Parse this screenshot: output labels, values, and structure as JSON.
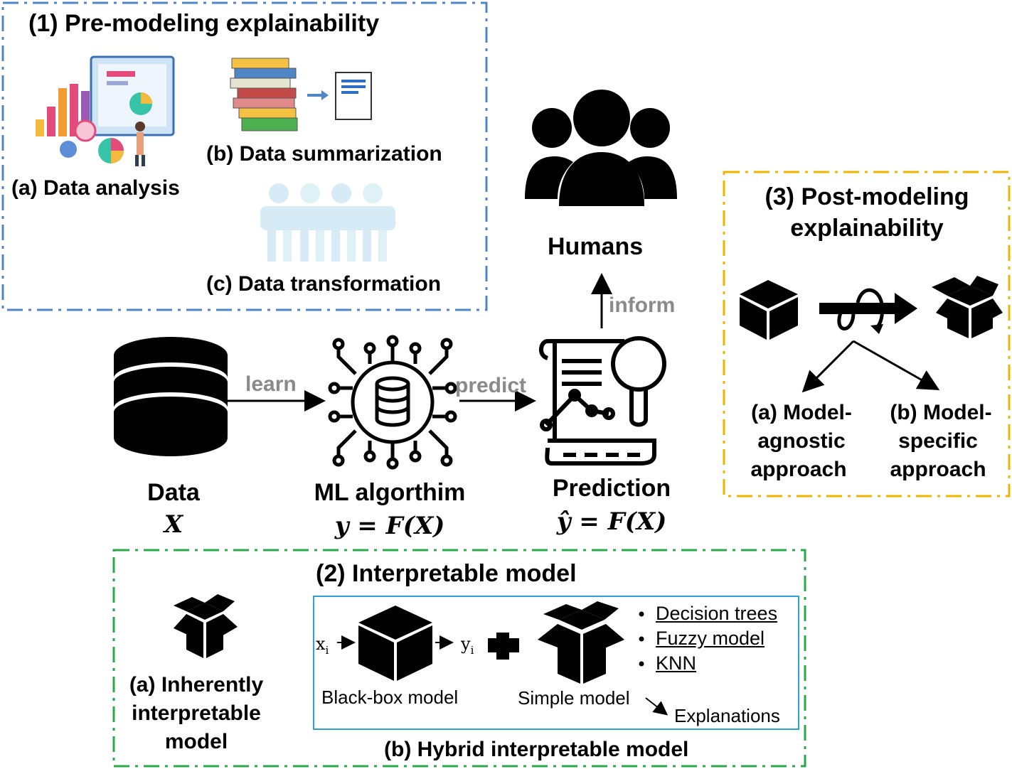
{
  "pre_modeling": {
    "title": "(1) Pre-modeling explainability",
    "data_analysis": "(a) Data analysis",
    "data_summarization": "(b) Data summarization",
    "data_transformation": "(c) Data transformation",
    "border_color": "#4f86c6"
  },
  "pipeline": {
    "data_label": "Data",
    "data_symbol": "X",
    "learn": "learn",
    "ml_label": "ML algorthim",
    "ml_formula": "y = F(X)",
    "predict": "predict",
    "prediction_label": "Prediction",
    "prediction_formula": "ŷ = F(X)",
    "inform": "inform",
    "humans_label": "Humans"
  },
  "post_modeling": {
    "title_line1": "(3) Post-modeling",
    "title_line2": "explainability",
    "agnostic": [
      "(a) Model-",
      "agnostic",
      "approach"
    ],
    "specific": [
      "(b) Model-",
      "specific",
      "approach"
    ],
    "border_color": "#f0b400"
  },
  "interpretable": {
    "title": "(2) Interpretable model",
    "inherent": [
      "(a) Inherently",
      "interpretable",
      "model"
    ],
    "xi": "x",
    "yi": "y",
    "sub_i": "i",
    "black_box": "Black-box model",
    "simple_model": "Simple model",
    "explanations": "Explanations",
    "list": [
      "Decision trees",
      "Fuzzy model",
      "KNN"
    ],
    "hybrid": "(b) Hybrid interpretable model",
    "border_color": "#2aa84a",
    "inner_border_color": "#2ba3d6"
  }
}
